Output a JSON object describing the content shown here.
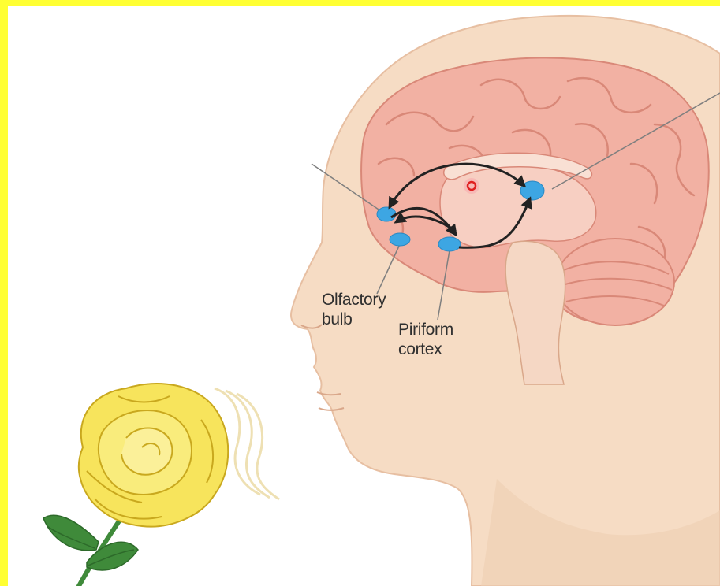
{
  "labels": {
    "olfactory_bulb": [
      "Olfactory",
      "bulb"
    ],
    "piriform_cortex": [
      "Piriform",
      "cortex"
    ]
  },
  "colors": {
    "frame_border": "#ffff33",
    "skin": "#f6dcc4",
    "skin_shadow": "#eec8a8",
    "brain": "#f2b1a3",
    "brain_fold": "#d98878",
    "structure_blue": "#3da6e3",
    "arrow": "#222222",
    "rose": "#f7e45c",
    "rose_edge": "#c9a81e",
    "leaf": "#3f8a3a"
  },
  "icons": [
    "head-silhouette",
    "brain",
    "rose-flower",
    "scent-wisps",
    "amygdala-dot"
  ]
}
